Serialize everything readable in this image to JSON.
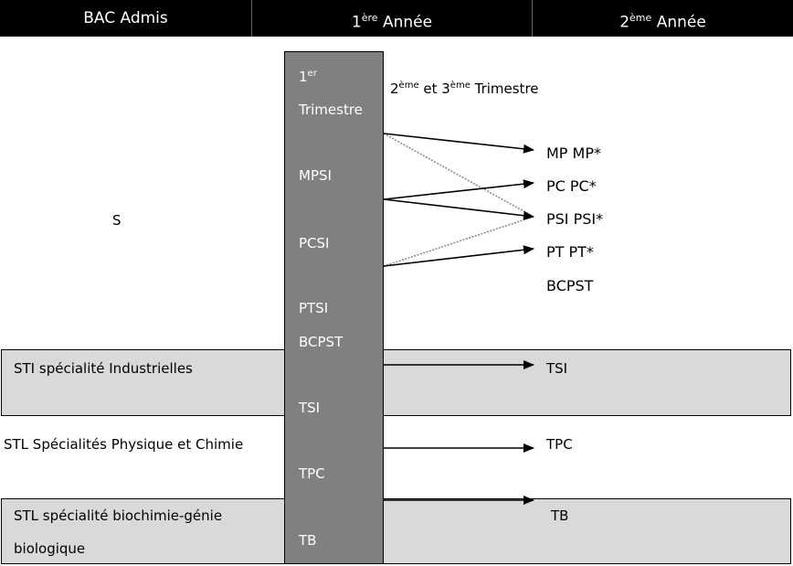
{
  "header": {
    "col1": "BAC Admis",
    "col2": {
      "main": "1",
      "sup": "ère",
      "rest": " Année"
    },
    "col3": {
      "main": "2",
      "sup": "ème",
      "rest": " Année"
    }
  },
  "year1": {
    "first_trimester": {
      "main": "1",
      "sup": "er",
      "line2": "Trimestre"
    },
    "items": [
      "MPSI",
      "PCSI",
      "PTSI",
      "BCPST",
      "TSI",
      "TPC",
      "TB"
    ]
  },
  "trimester_note": {
    "a": "2",
    "a_sup": "ème",
    "b": " et 3",
    "b_sup": "ème",
    "c": " Trimestre"
  },
  "bac_rows": {
    "s": "S",
    "sti": "STI spécialité Industrielles",
    "stl_pc": "STL Spécialités Physique et Chimie",
    "stl_bio_line1": "STL spécialité biochimie-génie",
    "stl_bio_line2": "biologique"
  },
  "year2": [
    "MP MP*",
    "PC PC*",
    "PSI PSI*",
    "PT PT*",
    "BCPST",
    "TSI",
    "TPC",
    "TB"
  ],
  "colors": {
    "header_bg": "#000000",
    "column_bg": "#808080",
    "band_bg": "#d9d9d9",
    "dotted_line": "#8c8c8c"
  }
}
